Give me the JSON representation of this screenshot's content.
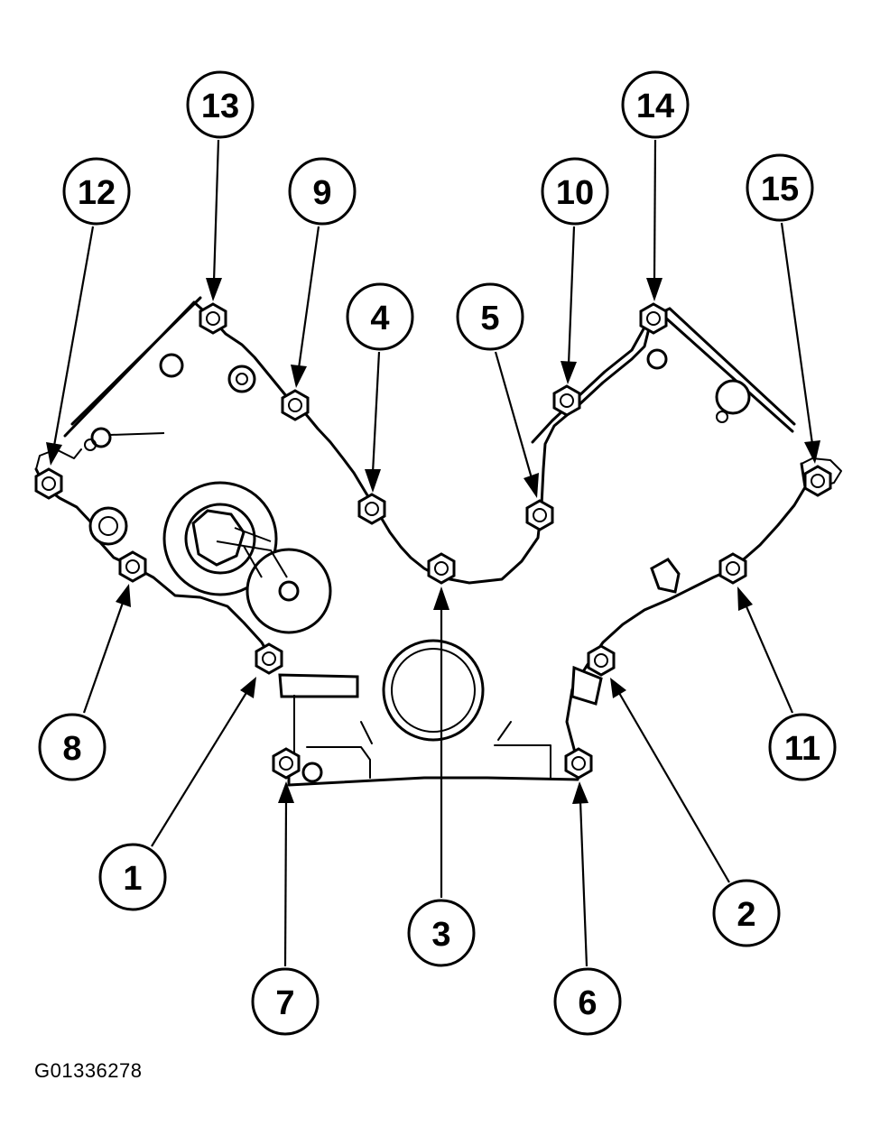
{
  "figure_id": "G01336278",
  "callouts": [
    {
      "number": "1",
      "leader_dir": "up"
    },
    {
      "number": "2",
      "leader_dir": "up"
    },
    {
      "number": "3",
      "leader_dir": "up"
    },
    {
      "number": "4",
      "leader_dir": "down"
    },
    {
      "number": "5",
      "leader_dir": "down"
    },
    {
      "number": "6",
      "leader_dir": "up"
    },
    {
      "number": "7",
      "leader_dir": "up"
    },
    {
      "number": "8",
      "leader_dir": "up"
    },
    {
      "number": "9",
      "leader_dir": "down"
    },
    {
      "number": "10",
      "leader_dir": "down"
    },
    {
      "number": "11",
      "leader_dir": "up"
    },
    {
      "number": "12",
      "leader_dir": "down"
    },
    {
      "number": "13",
      "leader_dir": "down"
    },
    {
      "number": "14",
      "leader_dir": "down"
    },
    {
      "number": "15",
      "leader_dir": "down"
    }
  ]
}
